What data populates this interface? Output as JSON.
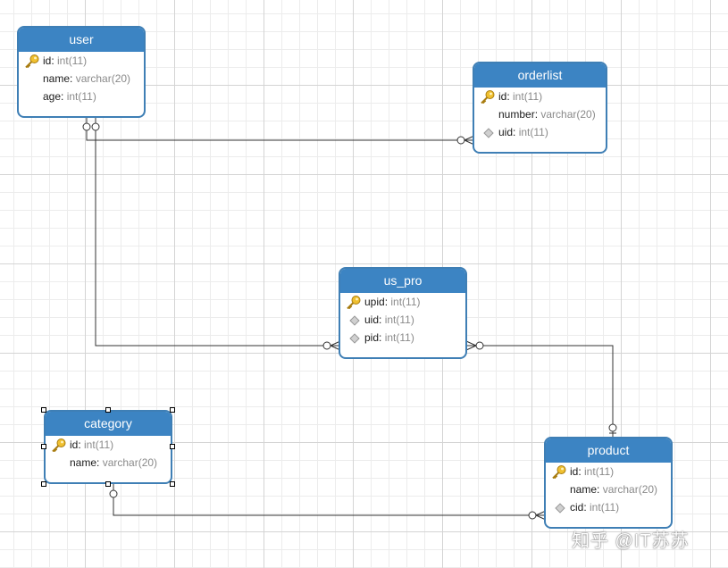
{
  "entities": {
    "user": {
      "title": "user",
      "fields": [
        {
          "name": "id",
          "sep": ": ",
          "type": "int(11)",
          "icon": "key-icon"
        },
        {
          "name": "name",
          "sep": ": ",
          "type": "varchar(20)",
          "icon": ""
        },
        {
          "name": "age",
          "sep": ": ",
          "type": "int(11)",
          "icon": ""
        }
      ]
    },
    "orderlist": {
      "title": "orderlist",
      "fields": [
        {
          "name": "id",
          "sep": ": ",
          "type": "int(11)",
          "icon": "key-icon"
        },
        {
          "name": "number",
          "sep": ": ",
          "type": "varchar(20)",
          "icon": ""
        },
        {
          "name": "uid",
          "sep": ": ",
          "type": "int(11)",
          "icon": "foreign-key-icon"
        }
      ]
    },
    "us_pro": {
      "title": "us_pro",
      "fields": [
        {
          "name": "upid",
          "sep": ": ",
          "type": "int(11)",
          "icon": "key-icon"
        },
        {
          "name": "uid",
          "sep": ": ",
          "type": "int(11)",
          "icon": "foreign-key-icon"
        },
        {
          "name": "pid",
          "sep": ": ",
          "type": "int(11)",
          "icon": "foreign-key-icon"
        }
      ]
    },
    "category": {
      "title": "category",
      "fields": [
        {
          "name": "id",
          "sep": ": ",
          "type": "int(11)",
          "icon": "key-icon"
        },
        {
          "name": "name",
          "sep": ": ",
          "type": "varchar(20)",
          "icon": ""
        }
      ]
    },
    "product": {
      "title": "product",
      "fields": [
        {
          "name": "id",
          "sep": ": ",
          "type": "int(11)",
          "icon": "key-icon"
        },
        {
          "name": "name",
          "sep": ": ",
          "type": "varchar(20)",
          "icon": ""
        },
        {
          "name": "cid",
          "sep": ": ",
          "type": "int(11)",
          "icon": "foreign-key-icon"
        }
      ]
    }
  },
  "watermark": "知乎 @IT苏苏",
  "colors": {
    "header": "#3c84c3",
    "border": "#3f7fb5",
    "key": "#e8b820",
    "line": "#333333"
  }
}
